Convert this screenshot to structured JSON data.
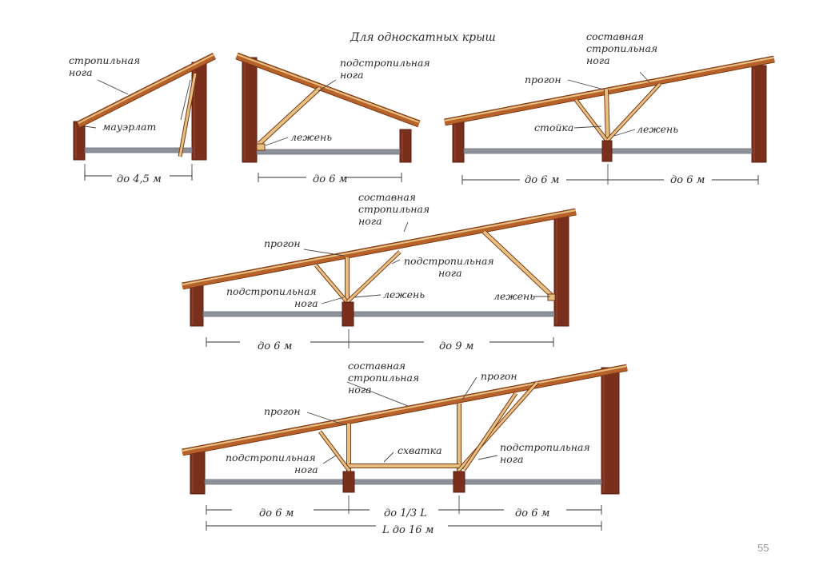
{
  "title": "Для односкатных крыш",
  "page_number": "55",
  "colors": {
    "wall": "#7a2e1c",
    "wall_dark": "#5a1f12",
    "rafter": "#b8622a",
    "rafter_light": "#e6c083",
    "beam": "#8d929a",
    "leader": "#444444"
  },
  "labels": {
    "d1_rafter": "стропильная нога",
    "d1_mauerlat": "мауэрлат",
    "d2_strut": "подстропильная нога",
    "d2_lezhen": "лежень",
    "d3_compound": "составная стропильная нога",
    "d3_progon": "прогон",
    "d3_stoyka": "стойка",
    "d3_lezhen": "лежень",
    "d4_compound": "составная стропильная нога",
    "d4_progon": "прогон",
    "d4_strut_right": "подстропильная нога",
    "d4_strut_left": "подстропильная нога",
    "d4_lezhen_mid": "лежень",
    "d4_lezhen_right": "лежень",
    "d5_compound": "составная стропильная нога",
    "d5_progon_right": "прогон",
    "d5_progon_left": "прогон",
    "d5_skhvatka": "схватка",
    "d5_strut_left": "подстропильная нога",
    "d5_strut_right": "подстропильная нога"
  },
  "dimensions": {
    "d1_span": "до 4,5 м",
    "d2_span": "до 6 м",
    "d3_left": "до 6 м",
    "d3_right": "до 6 м",
    "d4_left": "до 6 м",
    "d4_right": "до 9 м",
    "d5_left": "до 6 м",
    "d5_mid": "до 1/3 L",
    "d5_right": "до 6 м",
    "d5_total": "L до 16 м"
  }
}
